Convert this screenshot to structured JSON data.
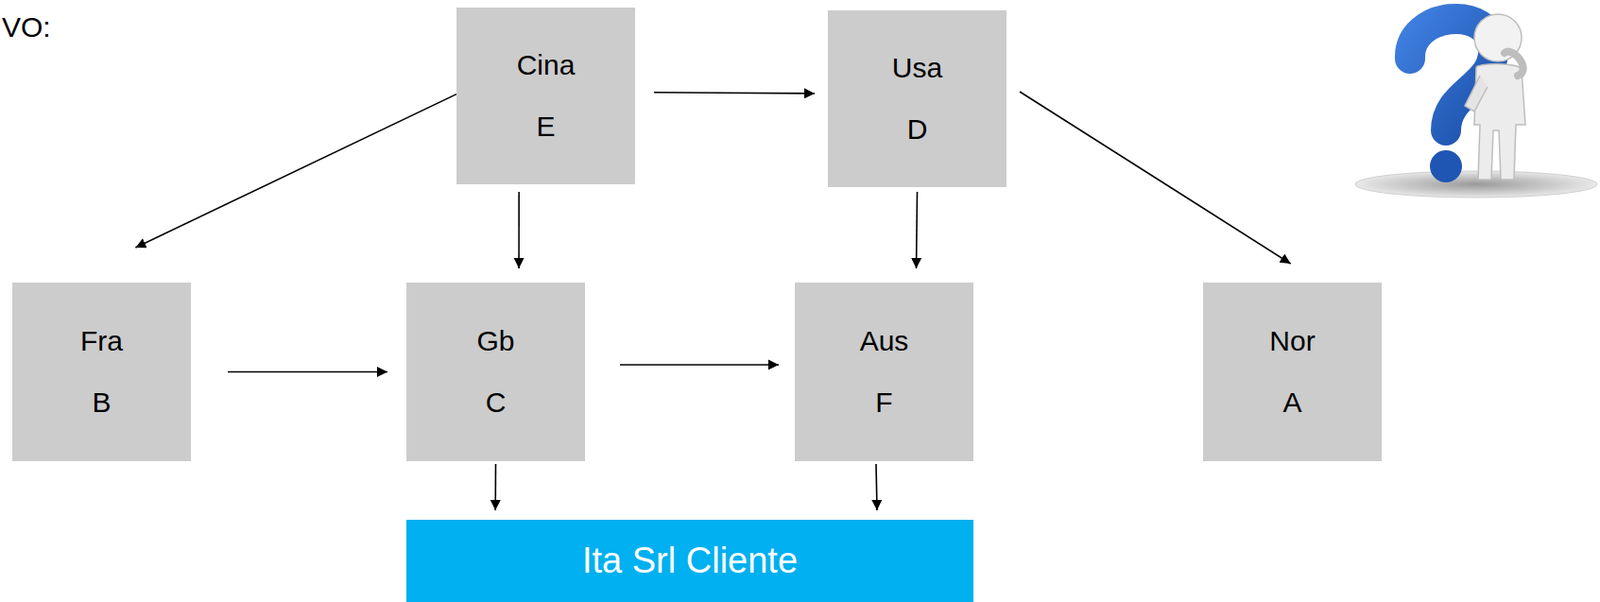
{
  "diagram": {
    "nodes": [
      {
        "text": [
          "Cina",
          "E"
        ]
      },
      {
        "text": [
          "Usa",
          "D"
        ]
      },
      {
        "text": [
          "Fra",
          "B"
        ]
      },
      {
        "text": [
          "Gb",
          "C"
        ]
      },
      {
        "text": [
          "Aus",
          "F"
        ]
      },
      {
        "text": [
          "Nor",
          "A"
        ]
      },
      {
        "text": [
          "Ita Srl Cliente"
        ]
      }
    ],
    "edges": [
      {
        "from": 0,
        "to": 1,
        "arrow": "to"
      },
      {
        "from": 0,
        "to": 2,
        "arrow": "to"
      },
      {
        "from": 0,
        "to": 3,
        "arrow": "to"
      },
      {
        "from": 1,
        "to": 4,
        "arrow": "to"
      },
      {
        "from": 1,
        "to": 5,
        "arrow": "to"
      },
      {
        "from": 2,
        "to": 3,
        "arrow": "to"
      },
      {
        "from": 3,
        "to": 4,
        "arrow": "to"
      },
      {
        "from": 3,
        "to": 6,
        "arrow": "to"
      },
      {
        "from": 4,
        "to": 6,
        "arrow": "to"
      }
    ],
    "labels": [
      "VO:"
    ]
  }
}
